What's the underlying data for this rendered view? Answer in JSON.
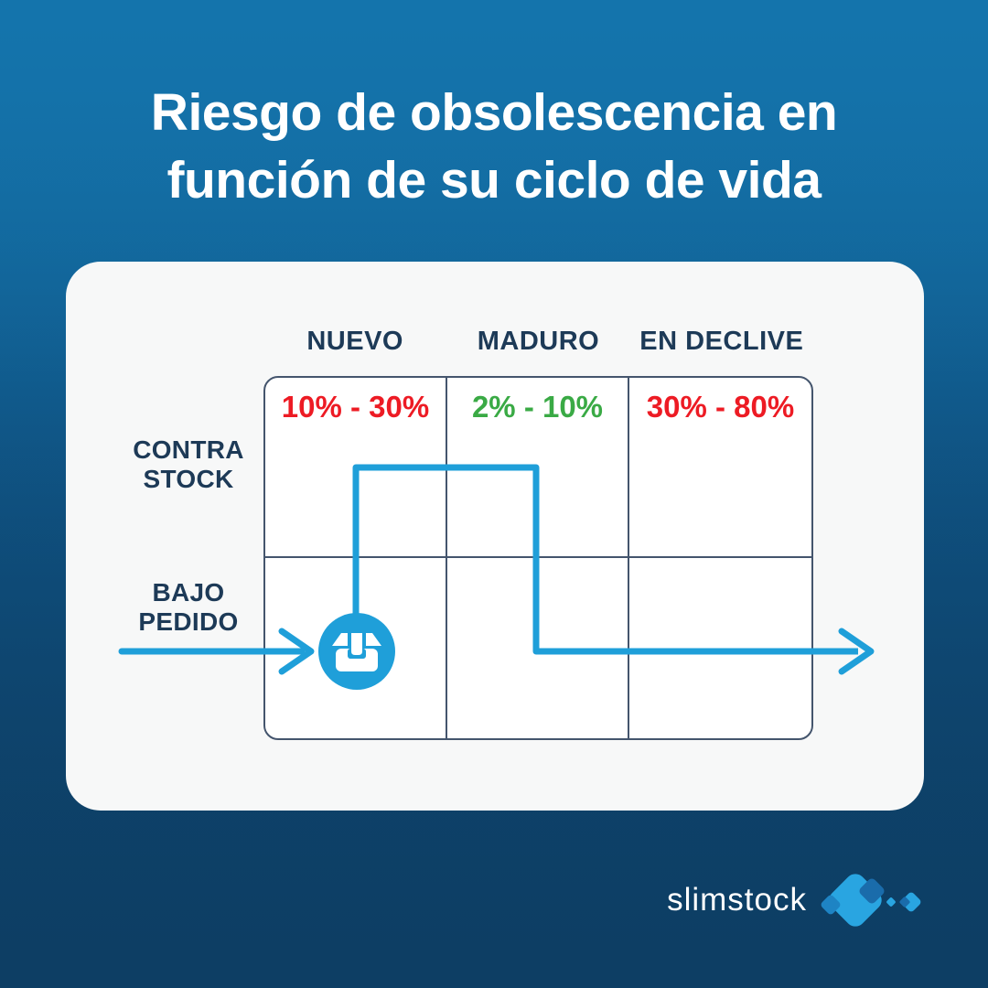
{
  "title": {
    "text": "Riesgo de obsolescencia en\nfunción de su ciclo de vida"
  },
  "matrix": {
    "column_headers": [
      "NUEVO",
      "MADURO",
      "EN DECLIVE"
    ],
    "row_labels": [
      {
        "label": "CONTRA\nSTOCK"
      },
      {
        "label": "BAJO\nPEDIDO"
      }
    ],
    "cells": [
      {
        "row": "CONTRA STOCK",
        "column": "NUEVO",
        "value": "10% - 30%",
        "color": "#ed1b24"
      },
      {
        "row": "CONTRA STOCK",
        "column": "MADURO",
        "value": "2% - 10%",
        "color": "#3aaa45"
      },
      {
        "row": "CONTRA STOCK",
        "column": "EN DECLIVE",
        "value": "30% - 80%",
        "color": "#ed1b24"
      },
      {
        "row": "BAJO PEDIDO",
        "column": "NUEVO",
        "value": "",
        "color": ""
      },
      {
        "row": "BAJO PEDIDO",
        "column": "MADURO",
        "value": "",
        "color": ""
      },
      {
        "row": "BAJO PEDIDO",
        "column": "EN DECLIVE",
        "value": "",
        "color": ""
      }
    ]
  },
  "icons": {
    "package_icon": "package-box-in-circle",
    "entry_arrow": "arrow-right",
    "exit_arrow": "arrow-right"
  },
  "logo": {
    "text": "slimstock",
    "mark": "diamond-cluster"
  },
  "colors": {
    "background_top": "#1474ac",
    "background_bottom": "#0d3e64",
    "card": "#f7f8f8",
    "accent_blue": "#1f9fd9",
    "risk_red": "#ed1b24",
    "risk_green": "#3aaa45",
    "text_navy": "#1d3a57",
    "table_border": "#44556d",
    "logo_light_blue": "#29a5e1",
    "logo_mid_blue": "#1e84c4",
    "logo_dark_blue": "#1a6cab"
  }
}
